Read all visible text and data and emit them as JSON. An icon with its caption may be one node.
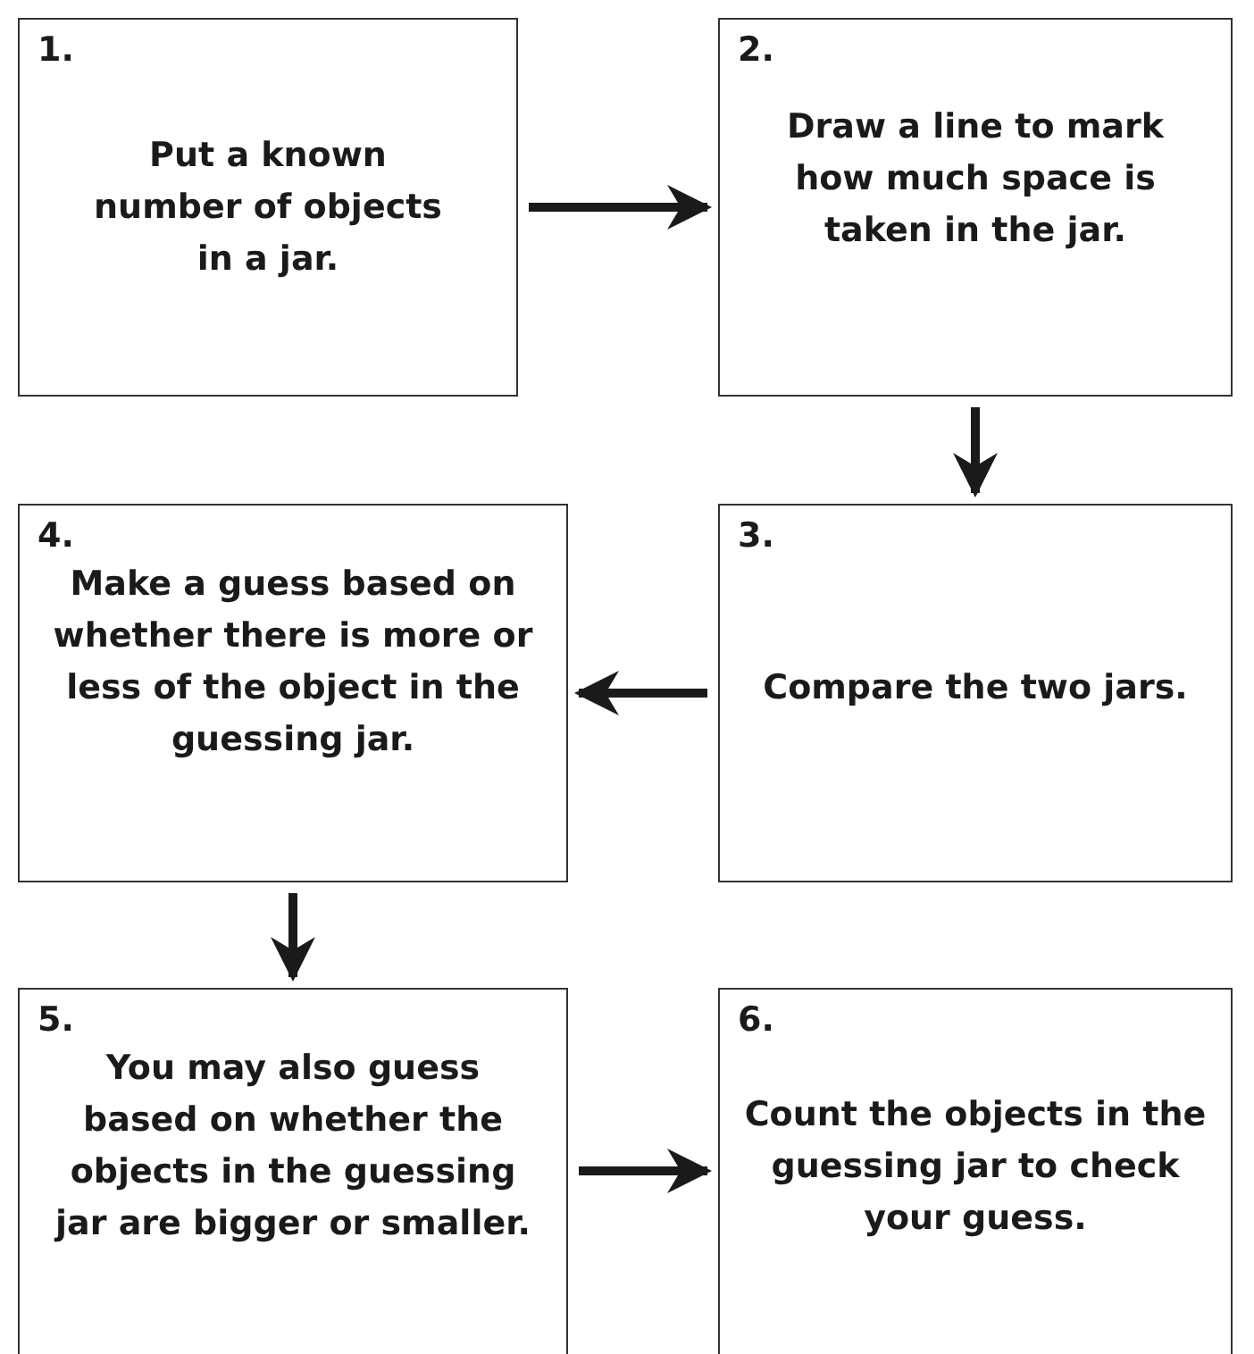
{
  "diagram": {
    "nodes": [
      {
        "text": [
          "1.",
          "Put a known number of objects in a jar."
        ]
      },
      {
        "text": [
          "2.",
          "Draw a line to mark how much space is taken in the jar."
        ]
      },
      {
        "text": [
          "3.",
          "Compare the two jars."
        ]
      },
      {
        "text": [
          "4.",
          "Make a guess based on whether there is more or less of the object in the guessing jar."
        ]
      },
      {
        "text": [
          "5.",
          "You may also guess based on whether the objects in the guessing jar are bigger or smaller."
        ]
      },
      {
        "text": [
          "6.",
          "Count the objects in the guessing jar to check your guess."
        ]
      }
    ],
    "edges": [
      {
        "from": 0,
        "to": 1,
        "arrow": "to"
      },
      {
        "from": 1,
        "to": 2,
        "arrow": "to"
      },
      {
        "from": 2,
        "to": 3,
        "arrow": "to"
      },
      {
        "from": 3,
        "to": 4,
        "arrow": "to"
      },
      {
        "from": 4,
        "to": 5,
        "arrow": "to"
      }
    ]
  }
}
